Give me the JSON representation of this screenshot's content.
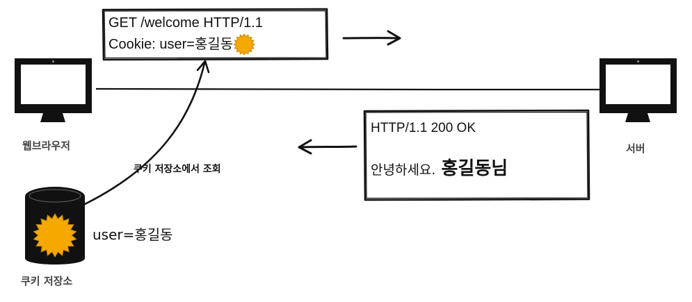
{
  "request": {
    "line": "GET /welcome HTTP/1.1",
    "cookie": "Cookie: user=홍길동"
  },
  "response": {
    "status": "HTTP/1.1 200 OK",
    "greeting": "안녕하세요.",
    "name": "홍길동님"
  },
  "browser": {
    "label": "웹브라우저",
    "icon": "monitor-icon"
  },
  "server": {
    "label": "서버",
    "icon": "monitor-icon"
  },
  "cookie_store": {
    "label": "쿠키 저장소",
    "icon": "database-icon",
    "value": "user=홍길동",
    "lookup_label": "쿠키 저장소에서 조회"
  },
  "colors": {
    "stroke": "#111111",
    "cookie_fill": "#f5a800",
    "cookie_edge": "#c98600",
    "muted_label": "#444444"
  }
}
